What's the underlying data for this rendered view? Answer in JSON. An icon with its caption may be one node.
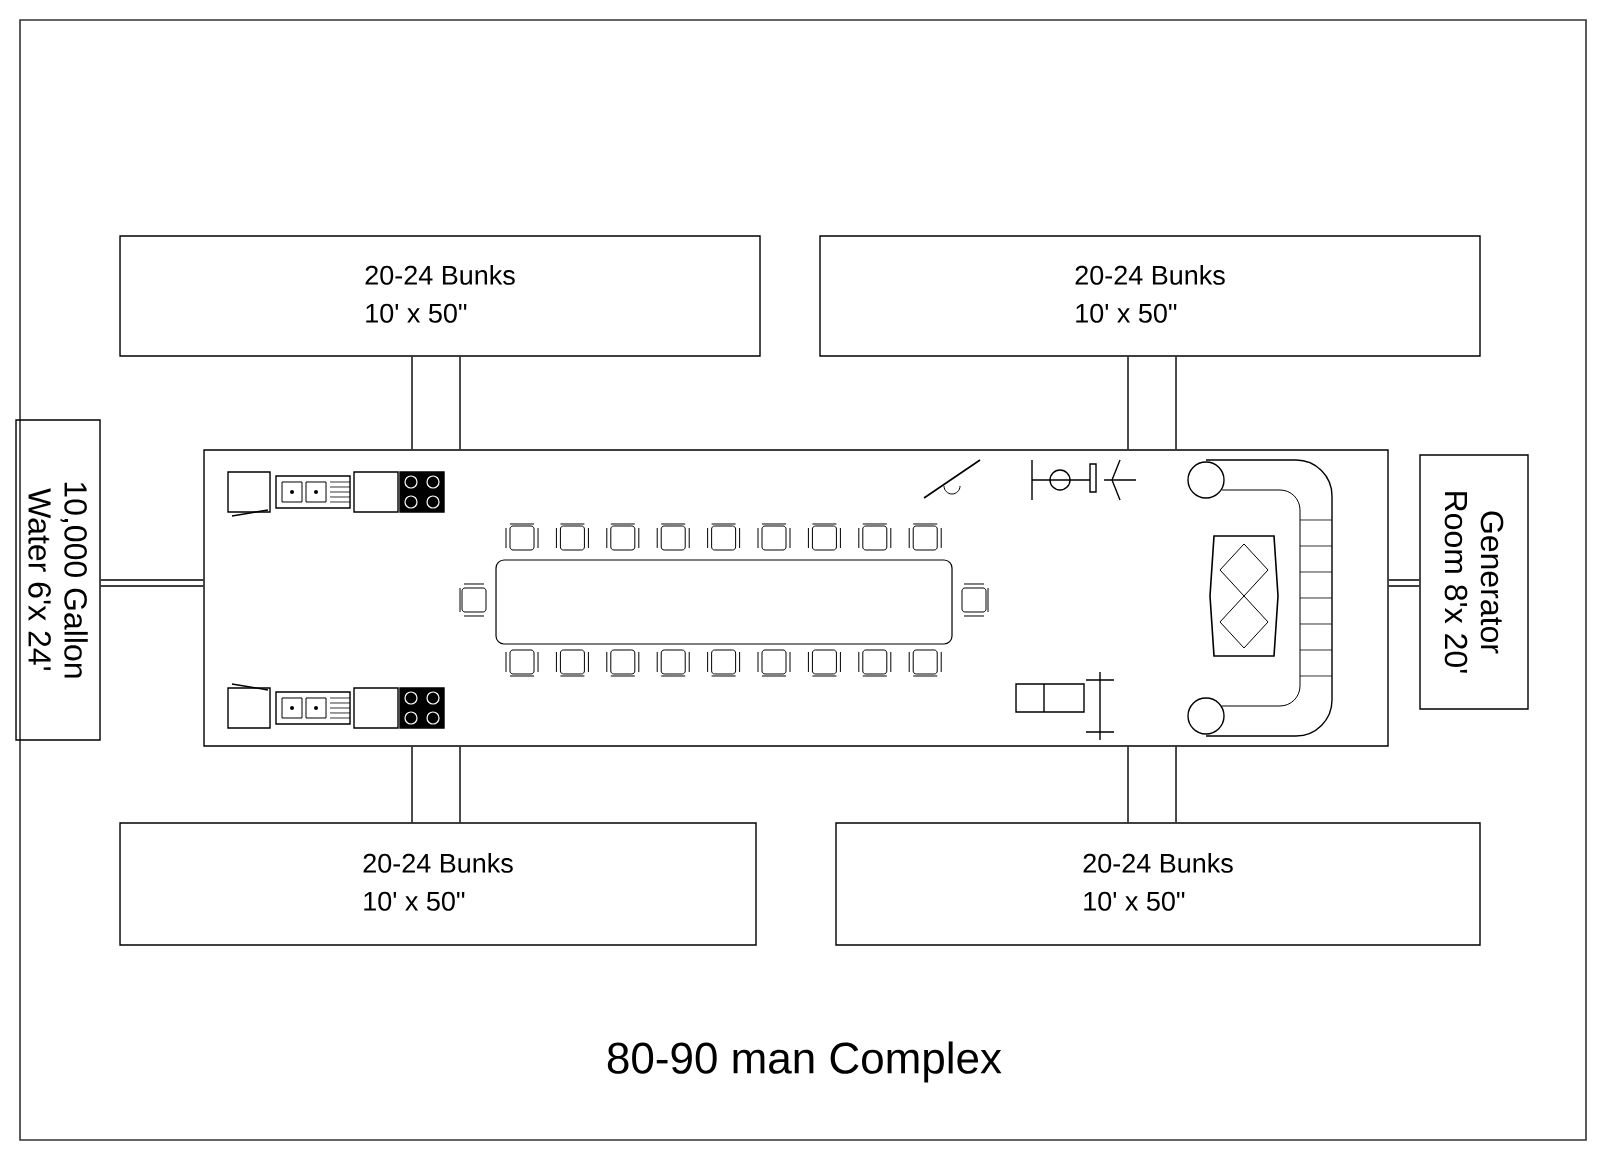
{
  "diagram": {
    "title": "80-90 man Complex",
    "nodes": [
      {
        "text": [
          "20-24 Bunks",
          "10' x 50\""
        ]
      },
      {
        "text": [
          "20-24 Bunks",
          "10' x 50\""
        ]
      },
      {
        "text": [
          "10,000 Gallon Water 6'x 24'"
        ]
      },
      {
        "text": [],
        "shape": "box"
      },
      {
        "text": [
          "Generator Room 8'x 20'"
        ]
      },
      {
        "text": [
          "20-24 Bunks",
          "10' x 50\""
        ]
      },
      {
        "text": [
          "20-24 Bunks",
          "10' x 50\""
        ]
      }
    ],
    "edges": [
      {
        "from": 0,
        "to": 3,
        "arrow": "none"
      },
      {
        "from": 1,
        "to": 3,
        "arrow": "none"
      },
      {
        "from": 2,
        "to": 3,
        "arrow": "none"
      },
      {
        "from": 4,
        "to": 3,
        "arrow": "none"
      },
      {
        "from": 5,
        "to": 3,
        "arrow": "none"
      },
      {
        "from": 6,
        "to": 3,
        "arrow": "none"
      }
    ]
  }
}
